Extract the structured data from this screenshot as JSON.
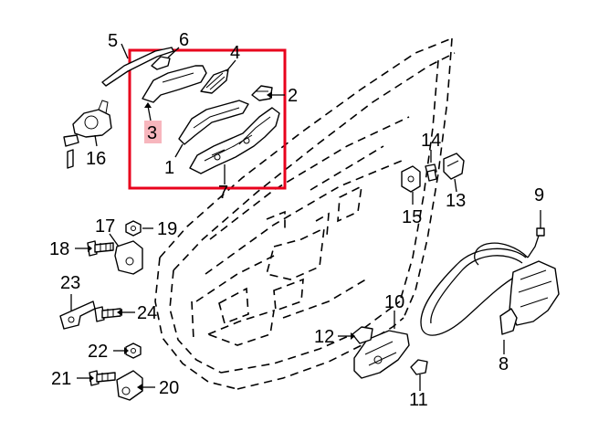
{
  "diagram": {
    "highlight_color": "#e8001c",
    "label_highlight_color": "#f7b6bd",
    "labels": {
      "l1": "1",
      "l2": "2",
      "l3": "3",
      "l4": "4",
      "l5": "5",
      "l6": "6",
      "l7": "7",
      "l8": "8",
      "l9": "9",
      "l10": "10",
      "l11": "11",
      "l12": "12",
      "l13": "13",
      "l14": "14",
      "l15": "15",
      "l16": "16",
      "l17": "17",
      "l18": "18",
      "l19": "19",
      "l20": "20",
      "l21": "21",
      "l22": "22",
      "l23": "23",
      "l24": "24"
    }
  }
}
